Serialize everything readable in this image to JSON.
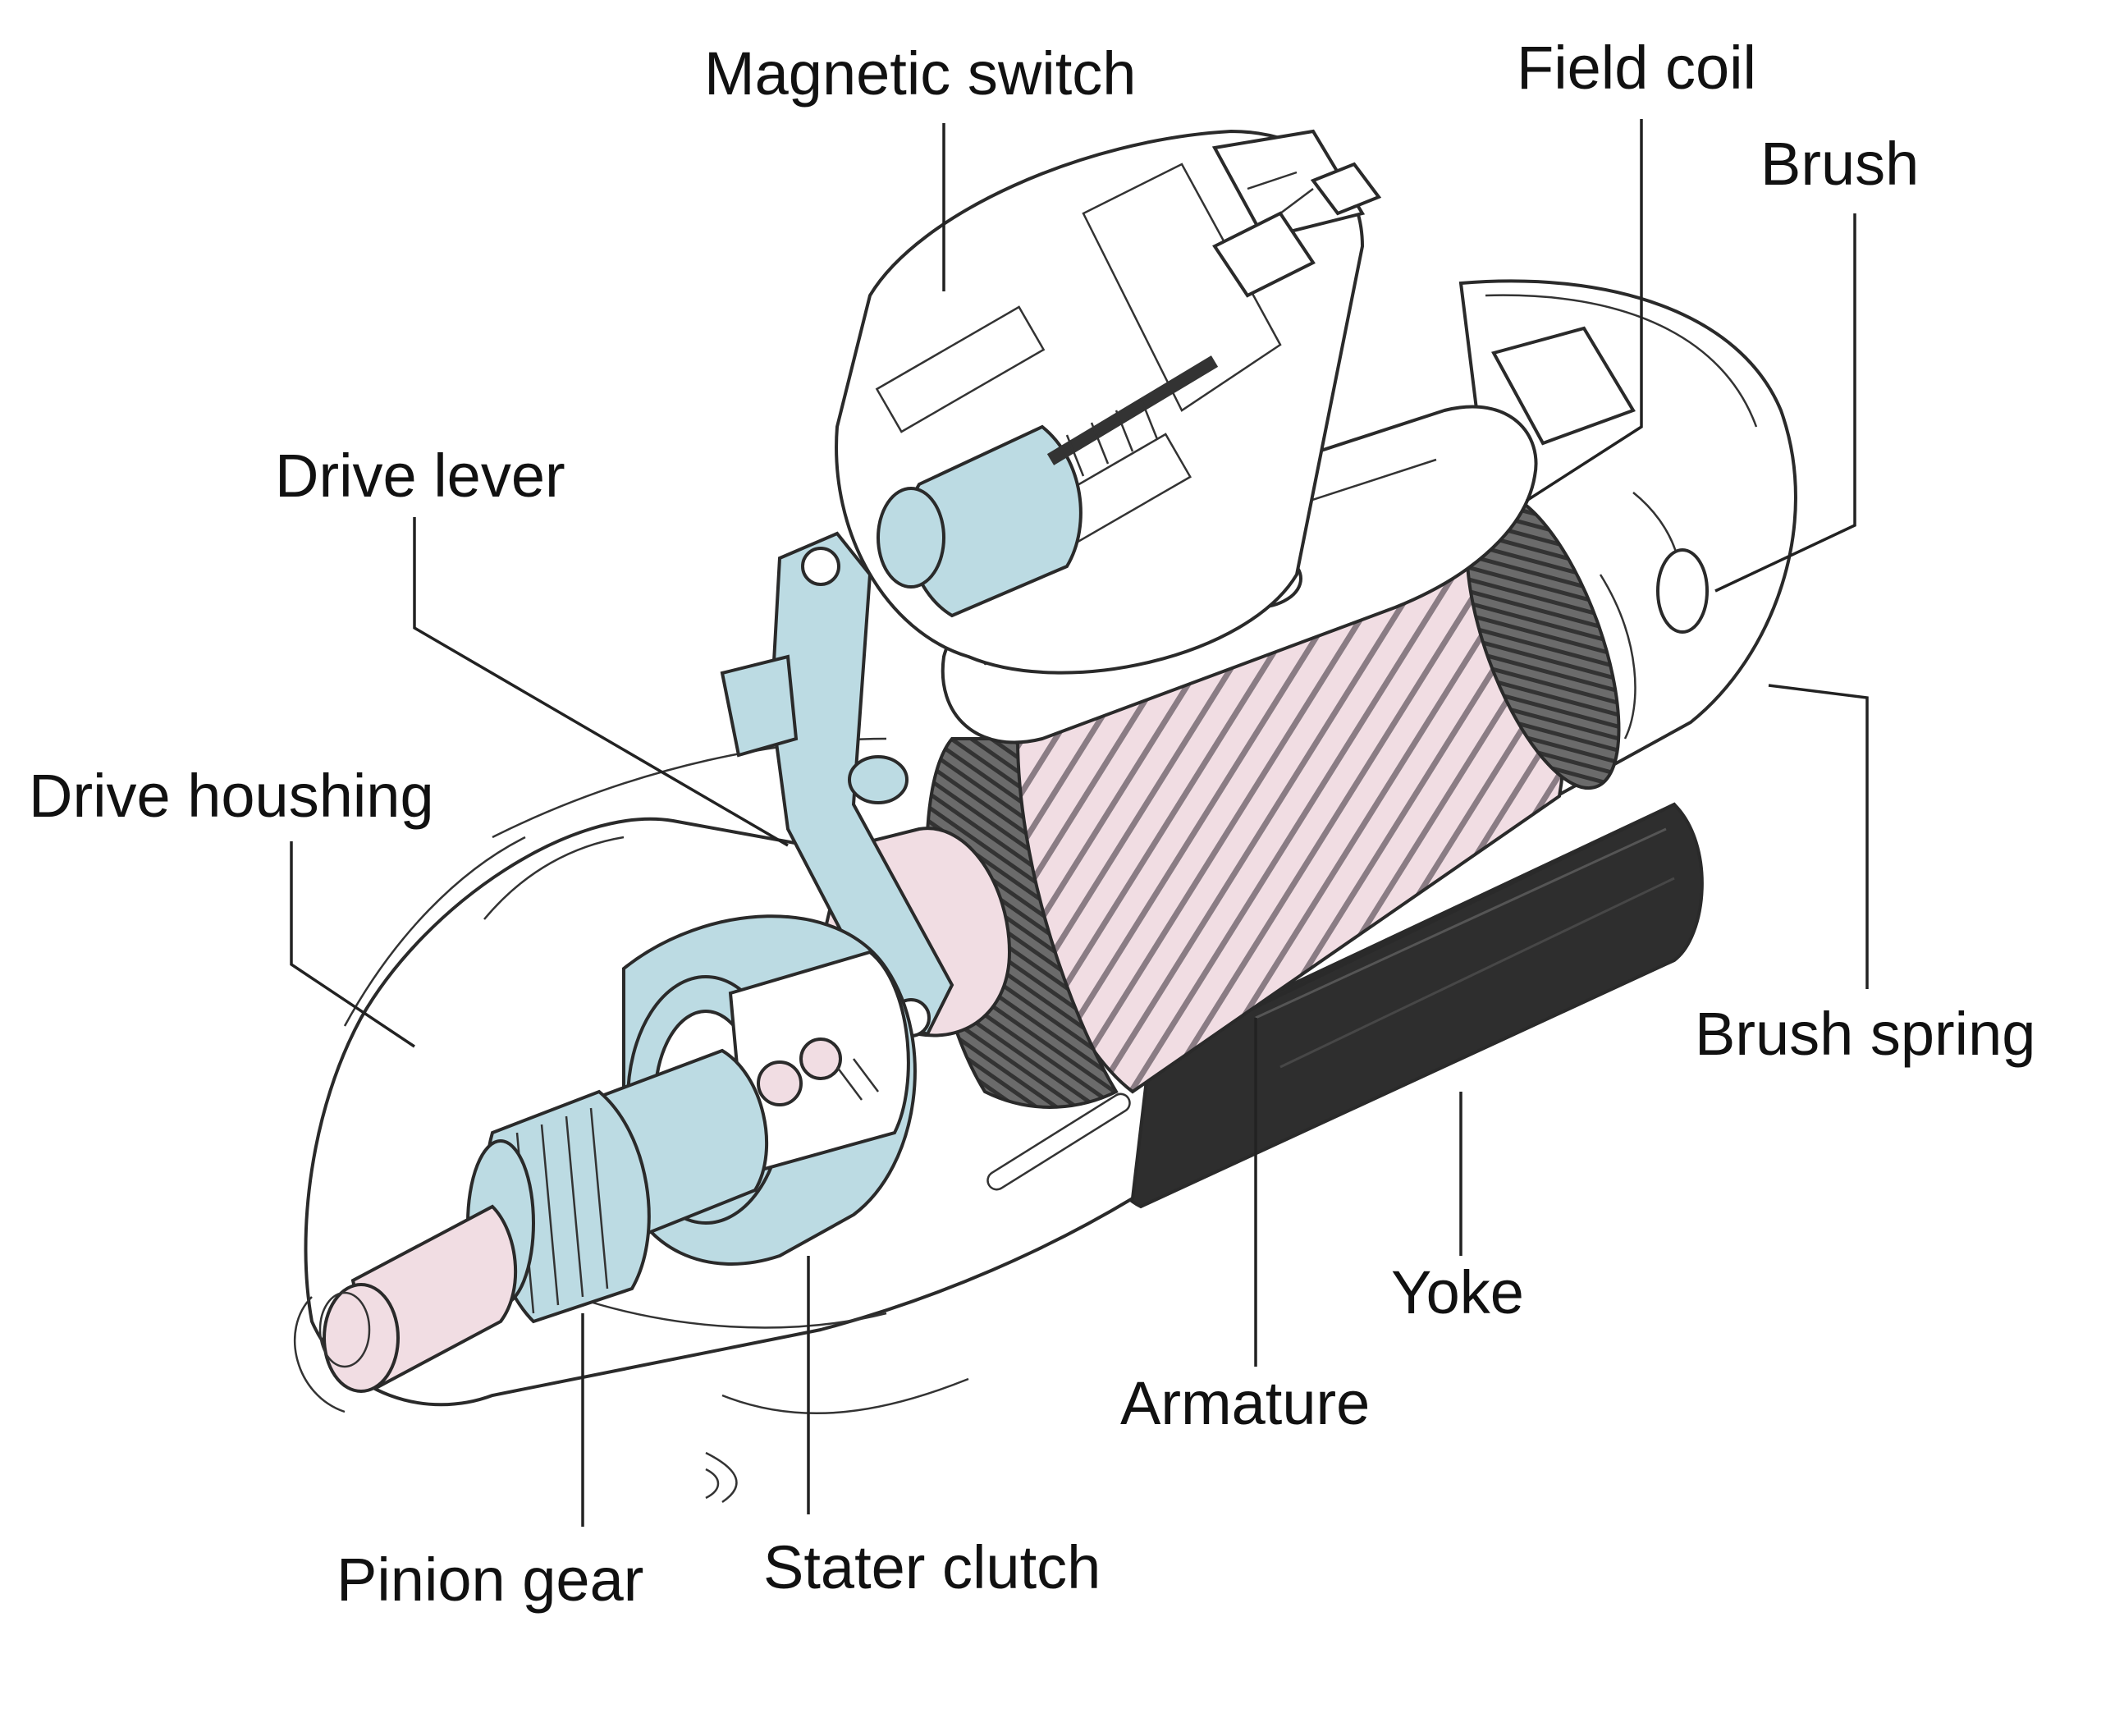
{
  "diagram": {
    "labels": {
      "magnetic_switch": "Magnetic switch",
      "field_coil": "Field coil",
      "brush": "Brush",
      "drive_lever": "Drive lever",
      "drive_housing": "Drive houshing",
      "brush_spring": "Brush spring",
      "yoke": "Yoke",
      "armature": "Armature",
      "pinion_gear": "Pinion gear",
      "starter_clutch": "Stater clutch"
    },
    "colors": {
      "light_blue_parts": "#bcdbe3",
      "pink_parts": "#f1dde3",
      "yoke_dark": "#2b2b2b",
      "line": "#222222",
      "background": "#ffffff"
    }
  }
}
